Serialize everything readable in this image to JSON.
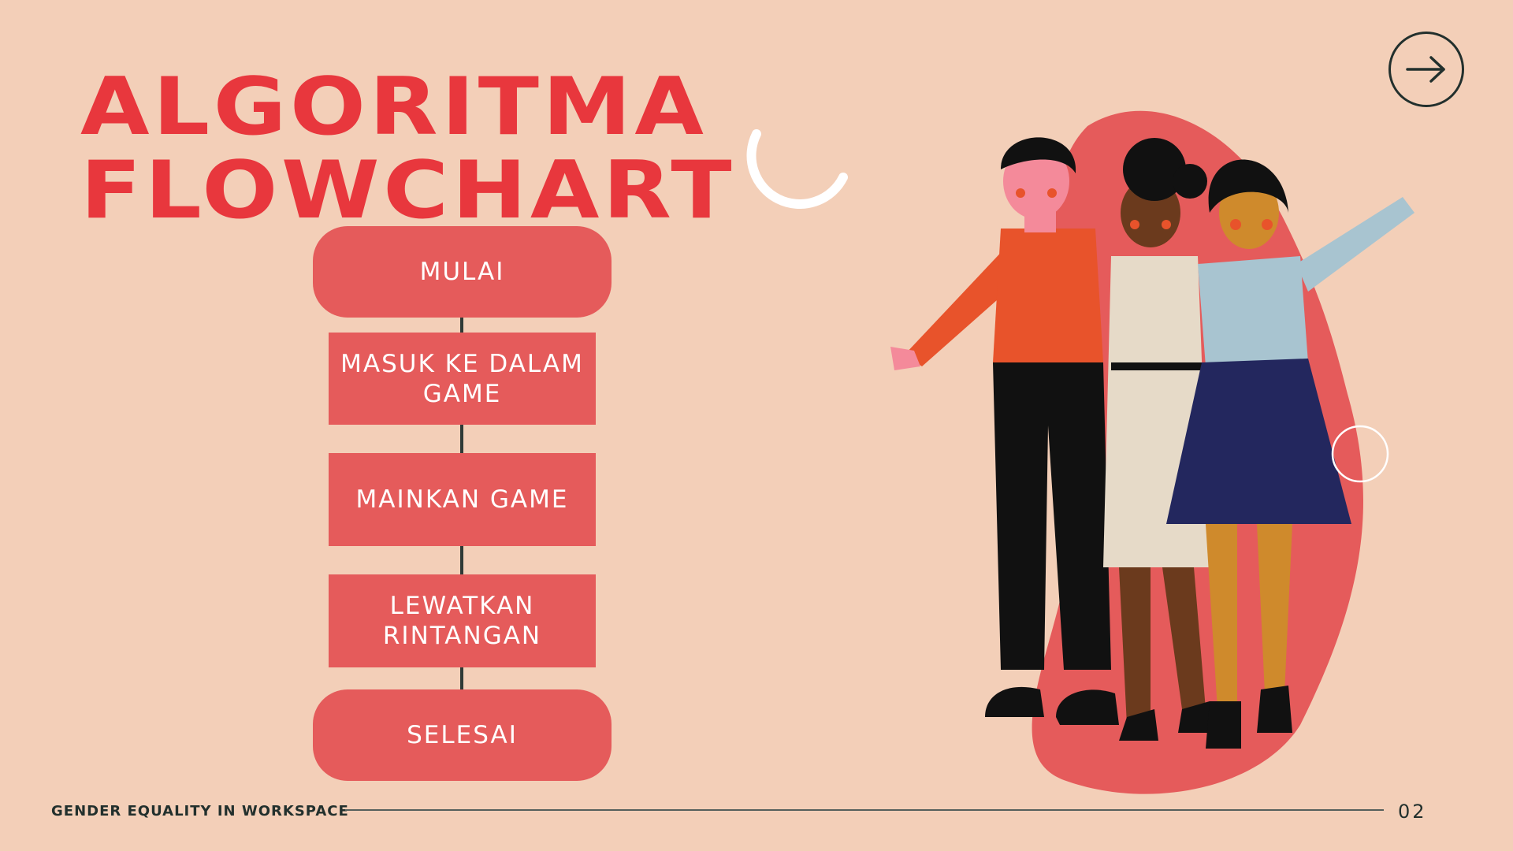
{
  "title": {
    "line1": "ALGORITMA",
    "line2": "FLOWCHART"
  },
  "flowchart": {
    "start": "MULAI",
    "steps": [
      "MASUK KE DALAM GAME",
      "MAINKAN GAME",
      "LEWATKAN RINTANGAN"
    ],
    "end": "SELESAI"
  },
  "footer": {
    "label": "GENDER EQUALITY IN WORKSPACE",
    "page_number": "02"
  },
  "icons": {
    "next": "arrow-right-icon"
  },
  "colors": {
    "background": "#f3cfb8",
    "title": "#e8373d",
    "node": "#e55b5b",
    "node_text": "#ffffff",
    "connector": "#2f3a36",
    "footer_text": "#22302d"
  }
}
